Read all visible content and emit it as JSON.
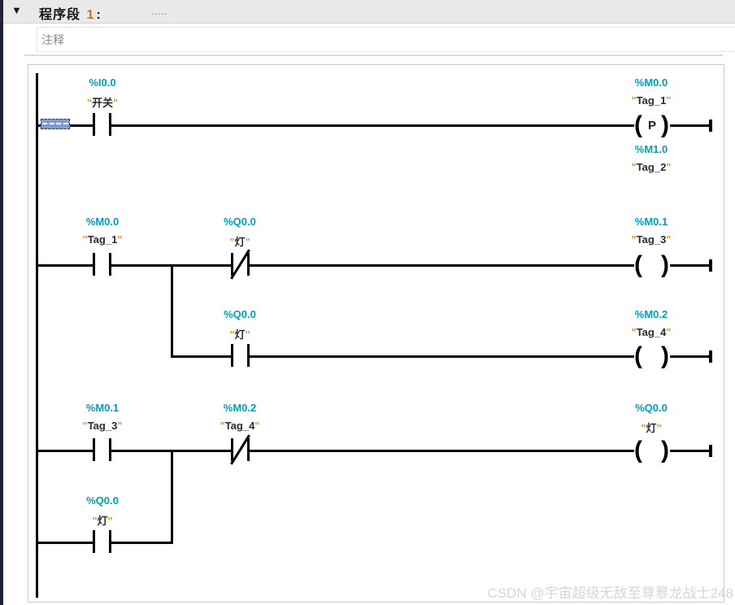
{
  "header": {
    "title": "程序段",
    "number": "1",
    "colon": ":",
    "placeholder_dots": "....."
  },
  "comment": {
    "placeholder": "注释"
  },
  "q": "\"",
  "icons": {
    "collapse": "▼",
    "paren_open": "(",
    "paren_close": ")"
  },
  "rungs": {
    "r1_contact": {
      "addr": "%I0.0",
      "name": "开关"
    },
    "r1_coil": {
      "addr": "%M0.0",
      "name": "Tag_1",
      "symbol": "P"
    },
    "r1_coil_sub": {
      "addr": "%M1.0",
      "name": "Tag_2"
    },
    "r2_c1": {
      "addr": "%M0.0",
      "name": "Tag_1"
    },
    "r2_c2": {
      "addr": "%Q0.0",
      "name": "灯"
    },
    "r2_coil": {
      "addr": "%M0.1",
      "name": "Tag_3"
    },
    "r2b_c1": {
      "addr": "%Q0.0",
      "name": "灯"
    },
    "r2b_coil": {
      "addr": "%M0.2",
      "name": "Tag_4"
    },
    "r3_c1": {
      "addr": "%M0.1",
      "name": "Tag_3"
    },
    "r3_c2": {
      "addr": "%M0.2",
      "name": "Tag_4"
    },
    "r3_coil": {
      "addr": "%Q0.0",
      "name": "灯"
    },
    "r3b_c1": {
      "addr": "%Q0.0",
      "name": "灯"
    }
  },
  "watermark": "CSDN @宇宙超级无敌至尊暴龙战士248",
  "colors": {
    "operand_teal": "#00a0b8",
    "quote_orange": "#e8972e",
    "selection_blue": "#7d9bd6",
    "header_bg": "#e9e9e9",
    "canvas_border": "#c9c9e2"
  }
}
